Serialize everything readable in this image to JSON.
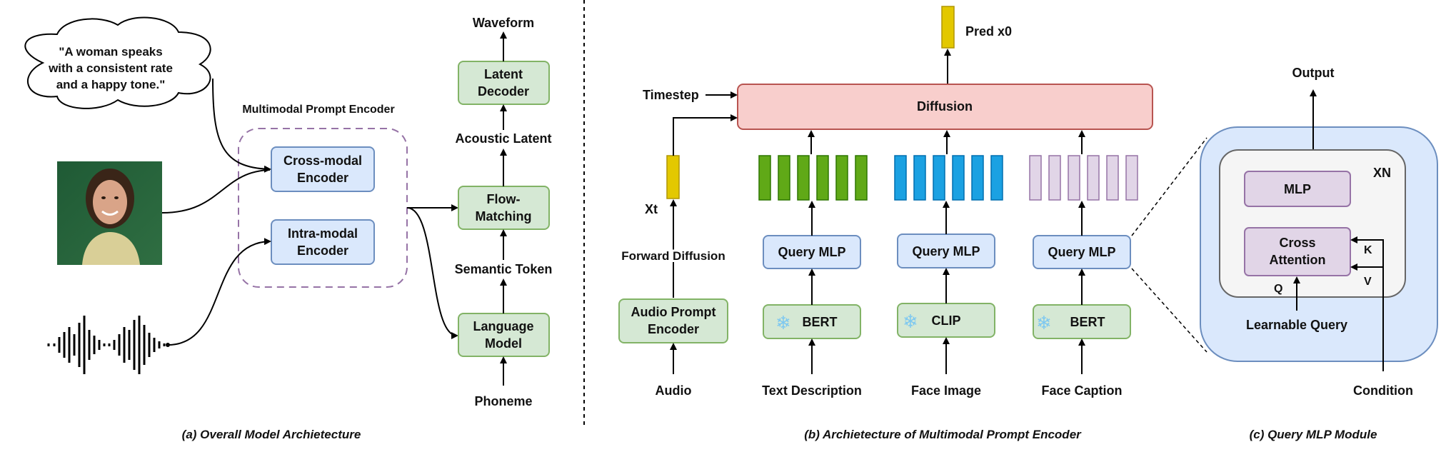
{
  "panel_a": {
    "speech_bubble": {
      "line1": "\"A woman speaks",
      "line2": "with a consistent rate",
      "line3": "and a happy tone.\""
    },
    "group_label": "Multimodal Prompt Encoder",
    "cross_modal": {
      "line1": "Cross-modal",
      "line2": "Encoder"
    },
    "intra_modal": {
      "line1": "Intra-modal",
      "line2": "Encoder"
    },
    "waveform_label": "Waveform",
    "latent_decoder": {
      "line1": "Latent",
      "line2": "Decoder"
    },
    "acoustic_latent": "Acoustic Latent",
    "flow_matching": {
      "line1": "Flow-",
      "line2": "Matching"
    },
    "semantic_token": "Semantic Token",
    "language_model": {
      "line1": "Language",
      "line2": "Model"
    },
    "phoneme": "Phoneme",
    "caption": "(a) Overall Model Archietecture"
  },
  "panel_b": {
    "pred": "Pred x0",
    "timestep": "Timestep",
    "diffusion": "Diffusion",
    "xt": "Xt",
    "forward_diffusion": "Forward Diffusion",
    "audio_prompt_encoder": {
      "line1": "Audio Prompt",
      "line2": "Encoder"
    },
    "audio": "Audio",
    "query_mlp": "Query MLP",
    "bert": "BERT",
    "clip": "CLIP",
    "text_description": "Text Description",
    "face_image": "Face Image",
    "face_caption": "Face Caption",
    "caption": "(b) Archietecture of Multimodal Prompt Encoder"
  },
  "panel_c": {
    "output": "Output",
    "repeat": "XN",
    "mlp": "MLP",
    "cross_attention": {
      "line1": "Cross",
      "line2": "Attention"
    },
    "k": "K",
    "v": "V",
    "q": "Q",
    "learnable_query": "Learnable Query",
    "condition": "Condition",
    "caption": "(c)  Query MLP Module"
  },
  "colors": {
    "blue_box": "#dae8fc",
    "blue_stroke": "#6c8ebf",
    "green_box": "#d5e8d4",
    "green_stroke": "#82b366",
    "red_box": "#f8cecc",
    "red_stroke": "#b85450",
    "purple_box": "#e1d5e7",
    "purple_stroke": "#9673a6",
    "yellow_token": "#e3c800",
    "green_token": "#60a917",
    "blue_token": "#1ba1e2",
    "purple_token": "#e1d5e7",
    "snowflake": "#7ec8f0"
  }
}
